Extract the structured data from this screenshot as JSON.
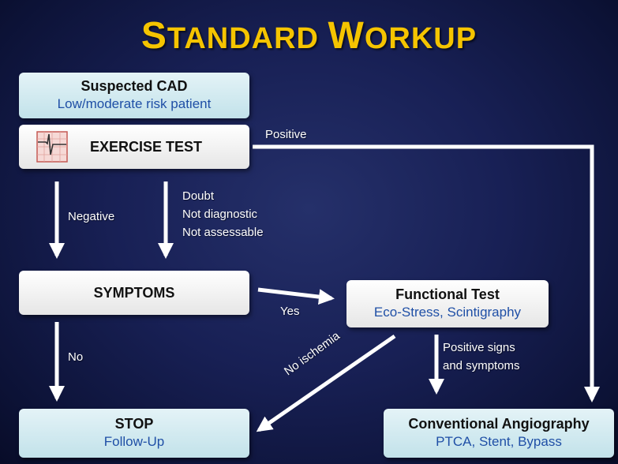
{
  "title": {
    "first_letter": "S",
    "first_rest": "TANDARD",
    "second_letter": "W",
    "second_rest": "ORKUP"
  },
  "boxes": {
    "suspected": {
      "head": "Suspected CAD",
      "sub": "Low/moderate risk patient"
    },
    "exercise": {
      "head": "EXERCISE TEST",
      "icon": "ecg-icon"
    },
    "symptoms": {
      "head": "SYMPTOMS"
    },
    "functional": {
      "head": "Functional Test",
      "sub": "Eco-Stress, Scintigraphy"
    },
    "stop": {
      "head": "STOP",
      "sub": "Follow-Up"
    },
    "angiography": {
      "head": "Conventional Angiography",
      "sub": "PTCA, Stent, Bypass"
    }
  },
  "labels": {
    "positive": "Positive",
    "negative": "Negative",
    "doubt": [
      "Doubt",
      "Not diagnostic",
      "Not assessable"
    ],
    "yes": "Yes",
    "no": "No",
    "no_ischemia": "No ischemia",
    "positive_signs": [
      "Positive  signs",
      "and symptoms"
    ]
  },
  "colors": {
    "title": "#f5c400",
    "sub_text": "#1f4fa6",
    "arrow": "#ffffff",
    "background": "#182055"
  }
}
